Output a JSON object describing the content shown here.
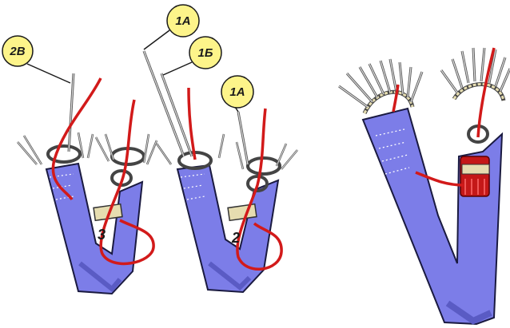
{
  "callouts": {
    "left": "2В",
    "top1": "1А",
    "top2": "1Б",
    "mid": "1А"
  },
  "strap_numbers": {
    "left": "3",
    "middle": "2"
  },
  "colors": {
    "strap": "#7c7de8",
    "strap_shade": "#5a5bc4",
    "callout_fill": "#fdf48a",
    "red_line": "#d21a1a",
    "ring": "#444444",
    "band": "#e6ddb0"
  }
}
